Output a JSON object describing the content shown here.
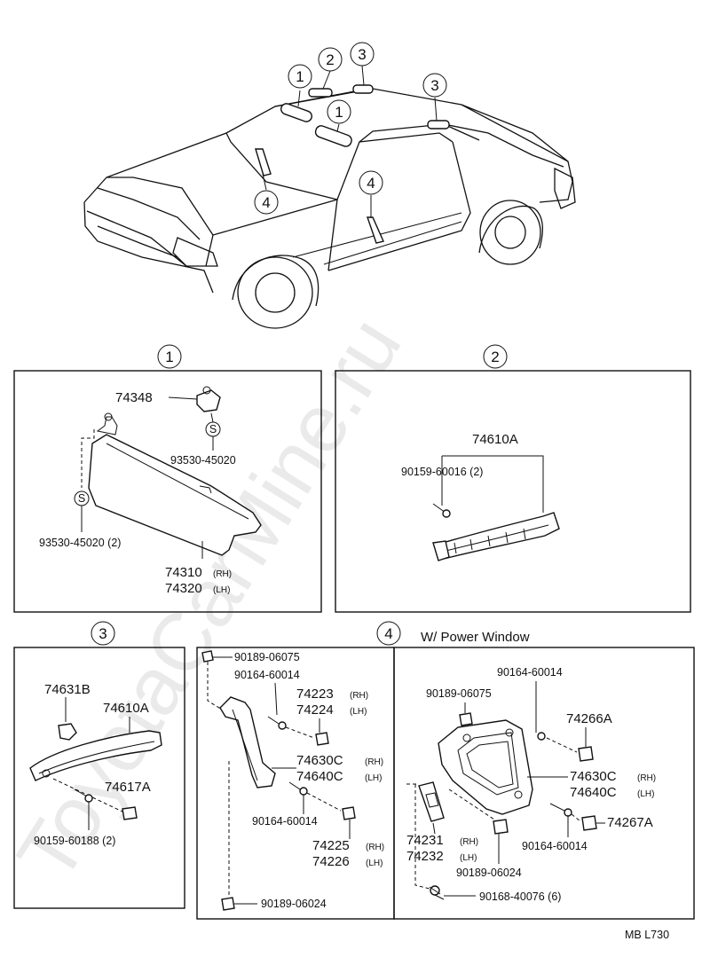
{
  "watermark": "ToyotaCarMine.ru",
  "overview": {
    "callouts": [
      "1",
      "2",
      "3",
      "1",
      "3",
      "4",
      "4"
    ]
  },
  "group1": {
    "callout": "1",
    "parts": {
      "p74348": "74348",
      "s_upper": "S",
      "p93530_upper": "93530-45020",
      "s_lower": "S",
      "p93530_lower": "93530-45020 (2)",
      "p74310": "74310",
      "p74310_side": "(RH)",
      "p74320": "74320",
      "p74320_side": "(LH)"
    }
  },
  "group2": {
    "callout": "2",
    "parts": {
      "p74610A": "74610A",
      "p90159": "90159-60016 (2)"
    }
  },
  "group3": {
    "callout": "3",
    "parts": {
      "p74631B": "74631B",
      "p74610A": "74610A",
      "p74617A": "74617A",
      "p90159": "90159-60188 (2)"
    }
  },
  "group4": {
    "callout": "4",
    "header": "W/ Power Window",
    "left": {
      "p90189_top": "90189-06075",
      "p90164_top": "90164-60014",
      "p74223": "74223",
      "p74223_side": "(RH)",
      "p74224": "74224",
      "p74224_side": "(LH)",
      "p74630C": "74630C",
      "p74630C_side": "(RH)",
      "p74640C": "74640C",
      "p74640C_side": "(LH)",
      "p90164_mid": "90164-60014",
      "p74225": "74225",
      "p74225_side": "(RH)",
      "p74226": "74226",
      "p74226_side": "(LH)",
      "p90189_bot": "90189-06024"
    },
    "right": {
      "p90164_top": "90164-60014",
      "p90189_top": "90189-06075",
      "p74266A": "74266A",
      "p74630C": "74630C",
      "p74630C_side": "(RH)",
      "p74640C": "74640C",
      "p74640C_side": "(LH)",
      "p74267A": "74267A",
      "p90164_bot": "90164-60014",
      "p74231": "74231",
      "p74231_side": "(RH)",
      "p74232": "74232",
      "p74232_side": "(LH)",
      "p90189_bot": "90189-06024",
      "p90168": "90168-40076 (6)"
    }
  },
  "footer": {
    "code": "MB  L730"
  }
}
